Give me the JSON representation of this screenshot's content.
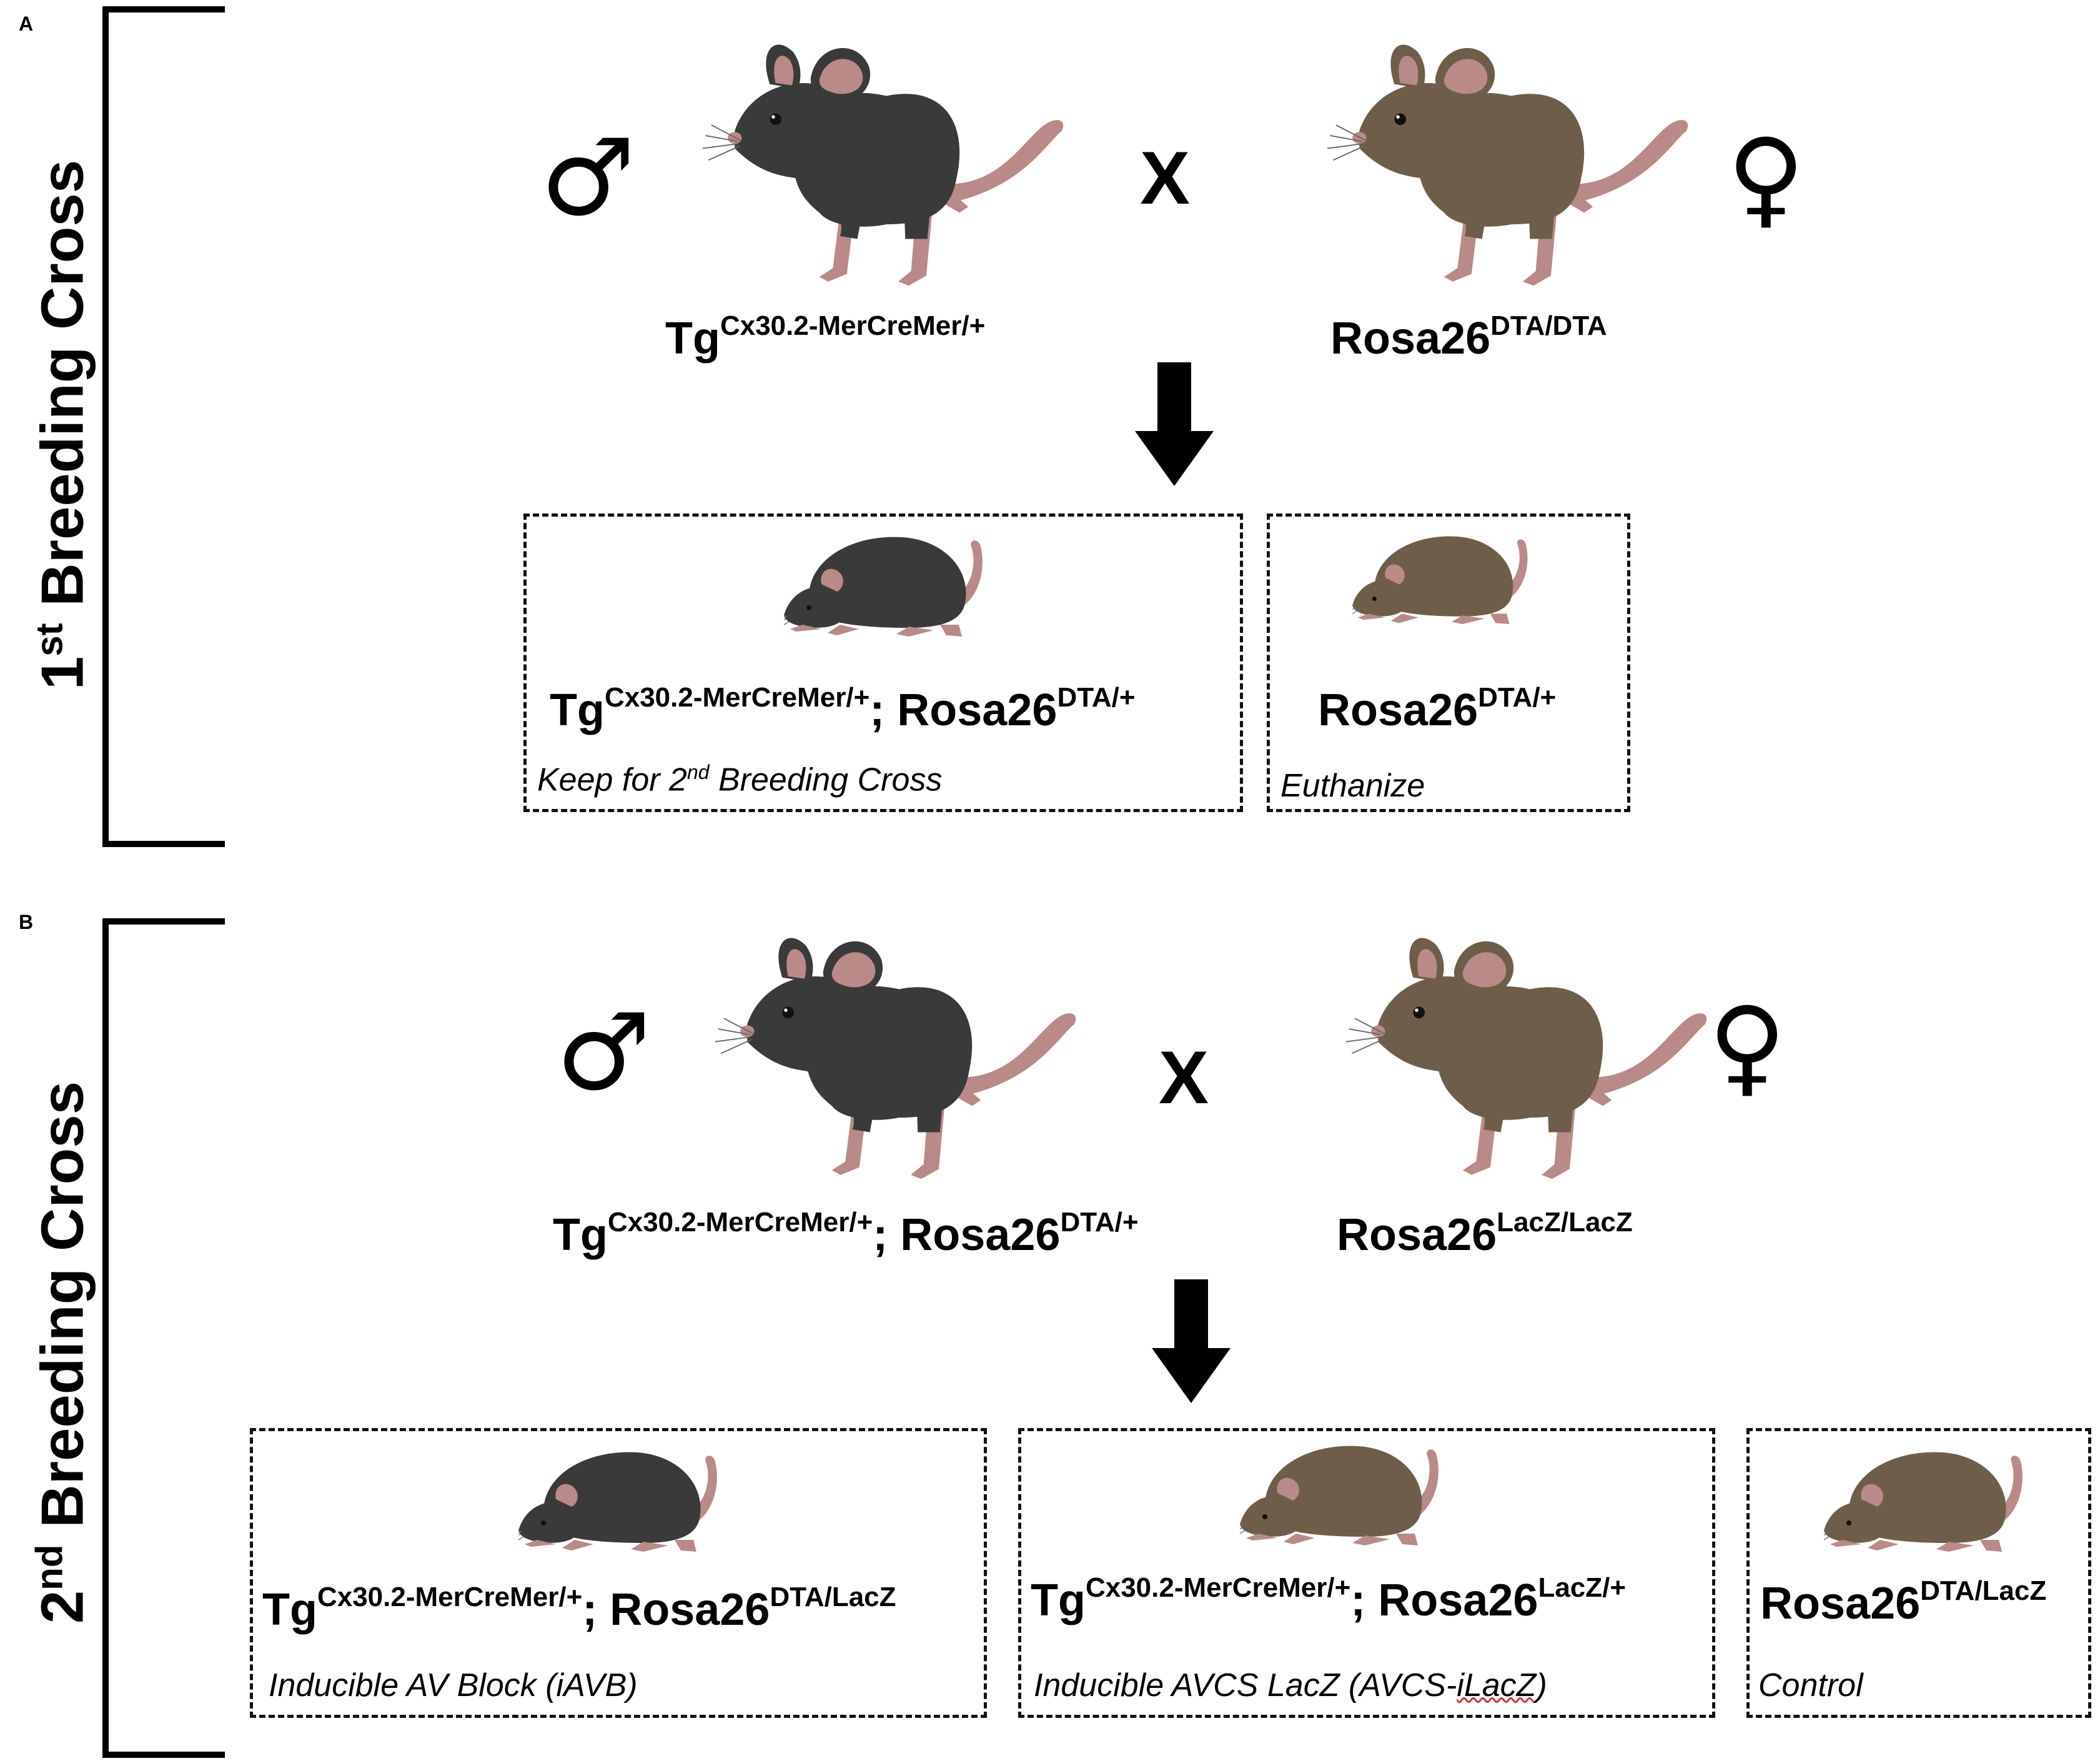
{
  "panels": {
    "a": {
      "letter": "A",
      "side_label_main": "Breeding Cross",
      "side_label_num": "1",
      "side_label_sup": "st",
      "male_symbol": "♂",
      "female_symbol": "♀",
      "cross_symbol": "X",
      "parent_male": {
        "base": "Tg",
        "sup": "Cx30.2-MerCreMer/+"
      },
      "parent_female": {
        "base": "Rosa26",
        "sup": "DTA/DTA"
      },
      "offspring": [
        {
          "g1_base": "Tg",
          "g1_sup": "Cx30.2-MerCreMer/+",
          "sep": "; ",
          "g2_base": "Rosa26",
          "g2_sup": "DTA/+",
          "note_pre": "Keep for 2",
          "note_sup": "nd",
          "note_post": " Breeding Cross"
        },
        {
          "g2_base": "Rosa26",
          "g2_sup": "DTA/+",
          "note": "Euthanize"
        }
      ]
    },
    "b": {
      "letter": "B",
      "side_label_main": "Breeding Cross",
      "side_label_num": "2",
      "side_label_sup": "nd",
      "male_symbol": "♂",
      "female_symbol": "♀",
      "cross_symbol": "X",
      "parent_male": {
        "g1_base": "Tg",
        "g1_sup": "Cx30.2-MerCreMer/+",
        "sep": "; ",
        "g2_base": "Rosa26",
        "g2_sup": "DTA/+"
      },
      "parent_female": {
        "base": "Rosa26",
        "sup": "LacZ/LacZ"
      },
      "offspring": [
        {
          "g1_base": "Tg",
          "g1_sup": "Cx30.2-MerCreMer/+",
          "sep": "; ",
          "g2_base": "Rosa26",
          "g2_sup": "DTA/LacZ",
          "note": "Inducible AV Block (iAVB)"
        },
        {
          "g1_base": "Tg",
          "g1_sup": "Cx30.2-MerCreMer/+",
          "sep": "; ",
          "g2_base": "Rosa26",
          "g2_sup": "LacZ/+",
          "note_pre": "Inducible AVCS LacZ (AVCS-",
          "note_mark": "iLacZ",
          "note_post": ")"
        },
        {
          "g2_base": "Rosa26",
          "g2_sup": "DTA/LacZ",
          "note": "Control"
        }
      ]
    }
  },
  "colors": {
    "black_mouse": "#3a3a3a",
    "brown_mouse": "#6e5e49",
    "mouse_pink": "#b98a88",
    "ink": "#000000"
  },
  "icons": {
    "adult_mouse": "mouse-standing-icon",
    "pup_mouse": "mouse-crouching-icon",
    "arrow": "arrow-down-icon"
  }
}
